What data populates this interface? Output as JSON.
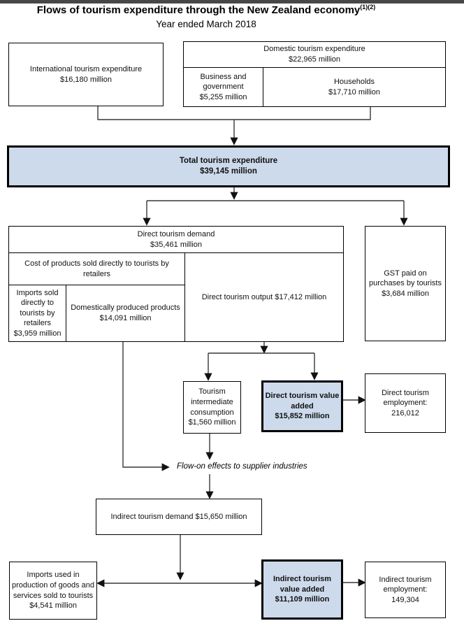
{
  "page": {
    "title": "Flows of tourism expenditure through the New Zealand economy",
    "title_superscript": "(1)(2)",
    "subtitle": "Year ended March 2018"
  },
  "colors": {
    "highlight_fill": "#ccdaeb",
    "top_bar": "#474747",
    "box_border": "#000000",
    "connector_line": "#373737"
  },
  "boxes": {
    "international": {
      "label": "International tourism expenditure",
      "value": "$16,180 million"
    },
    "domestic": {
      "label": "Domestic tourism expenditure",
      "value": "$22,965 million"
    },
    "business_government": {
      "label": "Business and government",
      "value": "$5,255 million"
    },
    "households": {
      "label": "Households",
      "value": "$17,710 million"
    },
    "total": {
      "label": "Total tourism expenditure",
      "value": "$39,145 million"
    },
    "direct_demand": {
      "label": "Direct tourism demand",
      "value": "$35,461 million"
    },
    "cost_products": {
      "text": "Cost of products sold directly to tourists by retailers"
    },
    "imports_retail": {
      "label": "Imports sold directly to tourists by retailers",
      "value": "$3,959 million"
    },
    "domestic_products": {
      "text": "Domestically produced products $14,091 million"
    },
    "direct_output": {
      "text": "Direct tourism output $17,412 million"
    },
    "gst": {
      "label": "GST paid on purchases by tourists",
      "value": "$3,684 million"
    },
    "intermediate_consumption": {
      "label": "Tourism intermediate consumption",
      "value": "$1,560 million"
    },
    "direct_value_added": {
      "label": "Direct tourism value added",
      "value": "$15,852 million"
    },
    "direct_employment": {
      "label": "Direct tourism employment:",
      "value": "216,012"
    },
    "indirect_demand": {
      "text": "Indirect tourism demand $15,650 million"
    },
    "imports_production": {
      "text": "Imports used in production of goods and services sold to tourists $4,541 million"
    },
    "indirect_value_added": {
      "label": "Indirect tourism value added",
      "value": "$11,109 million"
    },
    "indirect_employment": {
      "label": "Indirect tourism employment:",
      "value": "149,304"
    }
  },
  "annotations": {
    "flow_on": "Flow-on effects to supplier industries"
  }
}
